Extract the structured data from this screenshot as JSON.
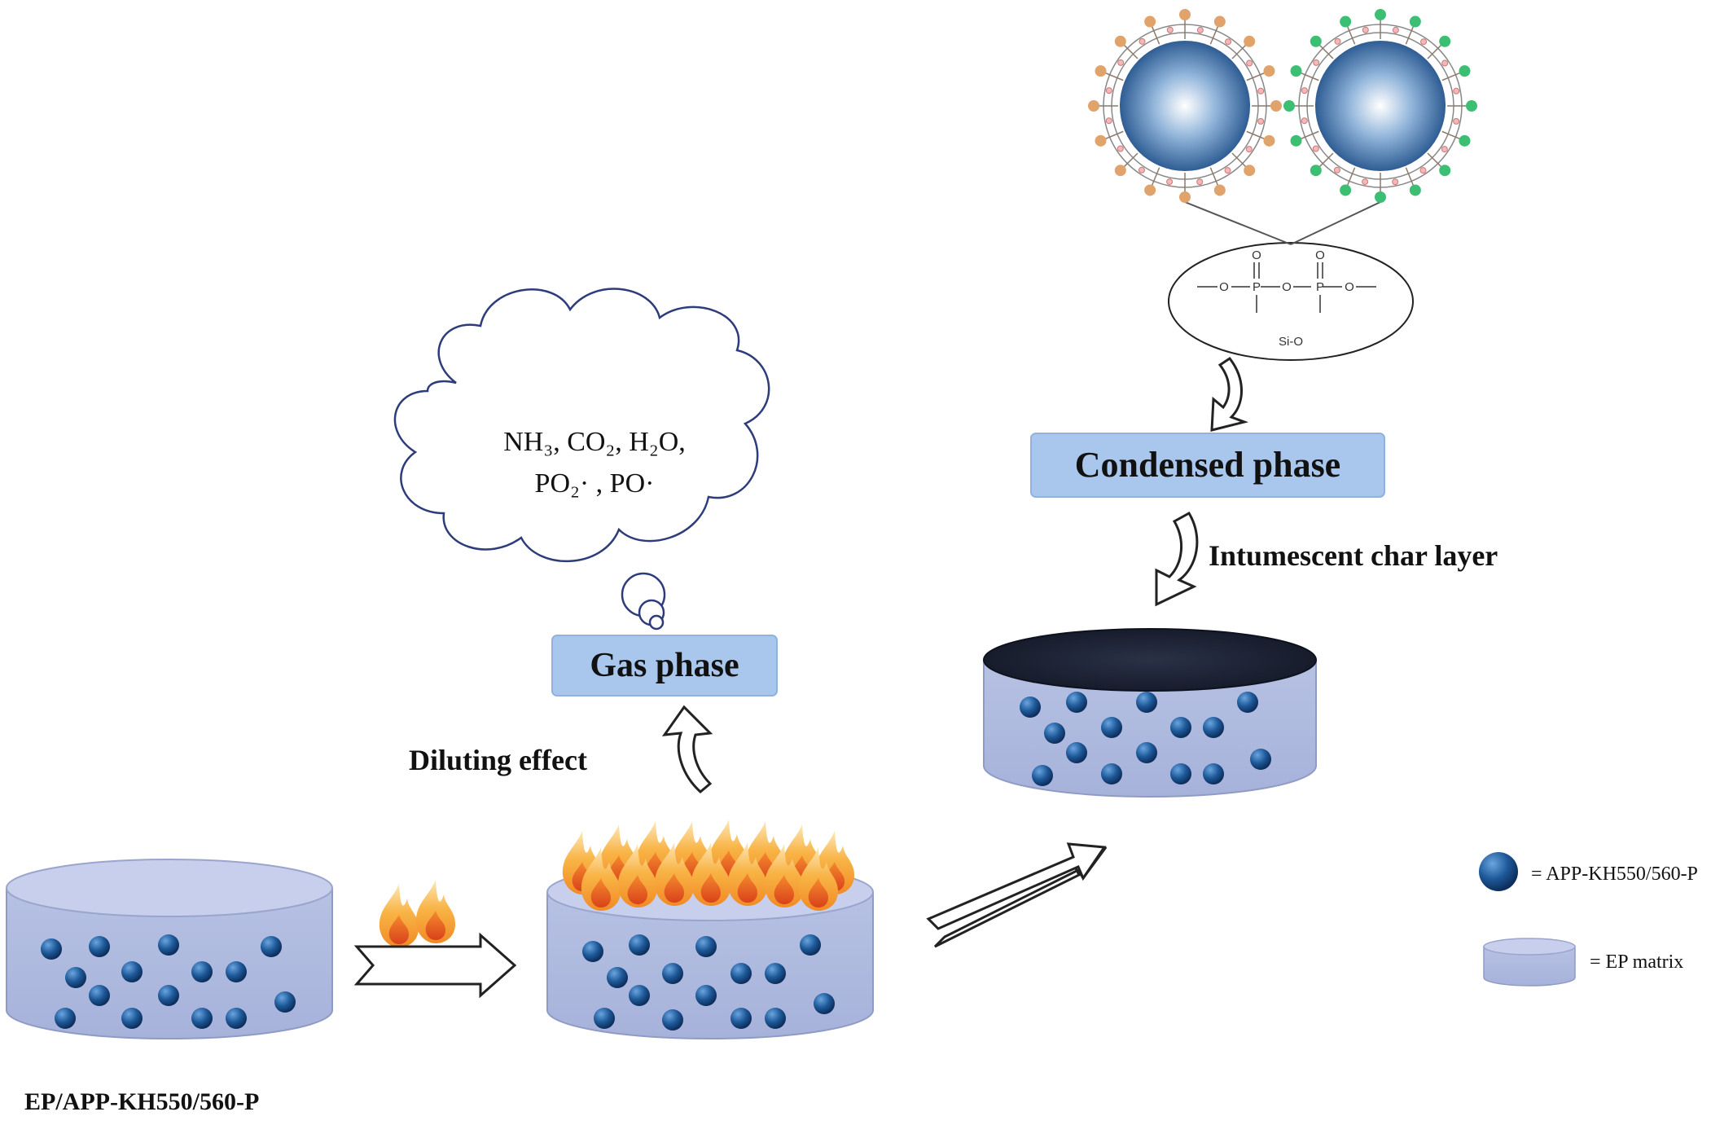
{
  "labels": {
    "sample_name": "EP/APP-KH550/560-P",
    "diluting_effect": "Diluting effect",
    "gas_phase": "Gas phase",
    "condensed_phase": "Condensed phase",
    "char_layer": "Intumescent char layer",
    "gases_line1": "NH₃, CO₂, H₂O,",
    "gases_line2": "PO₂· , PO·",
    "sio": "Si-O"
  },
  "legend": {
    "particle": "= APP-KH550/560-P",
    "matrix": "= EP matrix"
  },
  "colors": {
    "matrix_fill": "#b4bfe1",
    "matrix_top": "#c9d1ec",
    "particle": "#1f5a9a",
    "phase_box": "#a9c7ec",
    "char": "#1e2436",
    "flame_outer": "#f6a623",
    "flame_inner": "#e8561c",
    "ligand_orange": "#e0a36b",
    "ligand_green": "#3dbf73"
  }
}
